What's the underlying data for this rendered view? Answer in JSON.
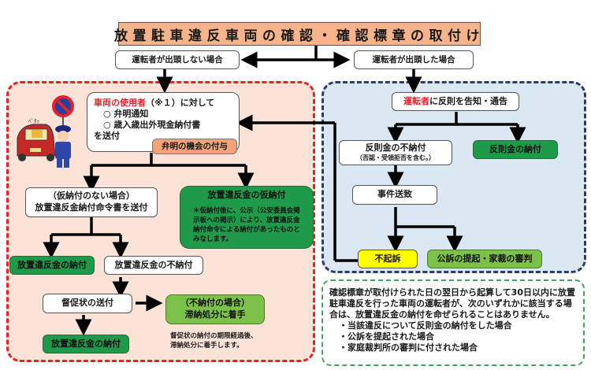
{
  "title": "放置駐車違反車両の確認・確認標章の取付け",
  "branches": {
    "not_appear": "運転者が出頭しない場合",
    "appear": "運転者が出頭した場合"
  },
  "left_flow": {
    "notice": {
      "highlight": "車両の使用者",
      "suffix": "（※１）に対して",
      "items": [
        "○ 弁明通知",
        "○ 歳入歳出外現金納付書"
      ],
      "closing": "を送付"
    },
    "defense_opportunity": "弁明の機会の付与",
    "no_provisional": {
      "line1": "（仮納付のない場合）",
      "line2": "放置違反金納付命令書を送付"
    },
    "provisional_payment": {
      "title": "放置違反金の仮納付",
      "note": "＊仮納付後に、公示（公安委員会掲示板への掲示）により、放置違反金納付命令による納付があったものとみなします。"
    },
    "paid": "放置違反金の納付",
    "unpaid": "放置違反金の不納付",
    "reminder": "督促状の送付",
    "paid_after_reminder": "放置違反金の納付",
    "delinquency": {
      "line1": "（不納付の場合）",
      "line2": "滞納処分に着手"
    },
    "delinquency_note": {
      "line1": "督促状の納付の期限経過後、",
      "line2": "滞納処分に着手します。"
    }
  },
  "right_flow": {
    "notify": {
      "highlight": "運転者",
      "suffix": "に反則を告知・通告"
    },
    "fine_unpaid": {
      "line1": "反則金の不納付",
      "line2": "（否認・受領拒否を含む。）"
    },
    "fine_paid": "反則金の納付",
    "referral": "事件送致",
    "no_prosecution": "不起訴",
    "prosecution": "公訴の提起・家裁の審判"
  },
  "note": {
    "text": "確認標章が取付けられた日の翌日から起算して30日以内に放置駐車違反を行った車両の運転者が、次のいずれかに該当する場合は、放置違反金の納付を命ぜられることはありません。",
    "items": [
      "・当該違反について反則金の納付をした場合",
      "・公訴を提起された場合",
      "・家庭裁判所の審判に付された場合"
    ]
  },
  "colors": {
    "title_bg": "#f7b48a",
    "red_panel_bg": "#fbe3d7",
    "red_border": "#e2242a",
    "blue_panel_bg": "#dce7f4",
    "blue_border": "#2b3f66",
    "green": "#1e9a4a",
    "light_green": "#7cc24a",
    "yellow": "#ffff00",
    "note_border": "#3ea65a"
  }
}
